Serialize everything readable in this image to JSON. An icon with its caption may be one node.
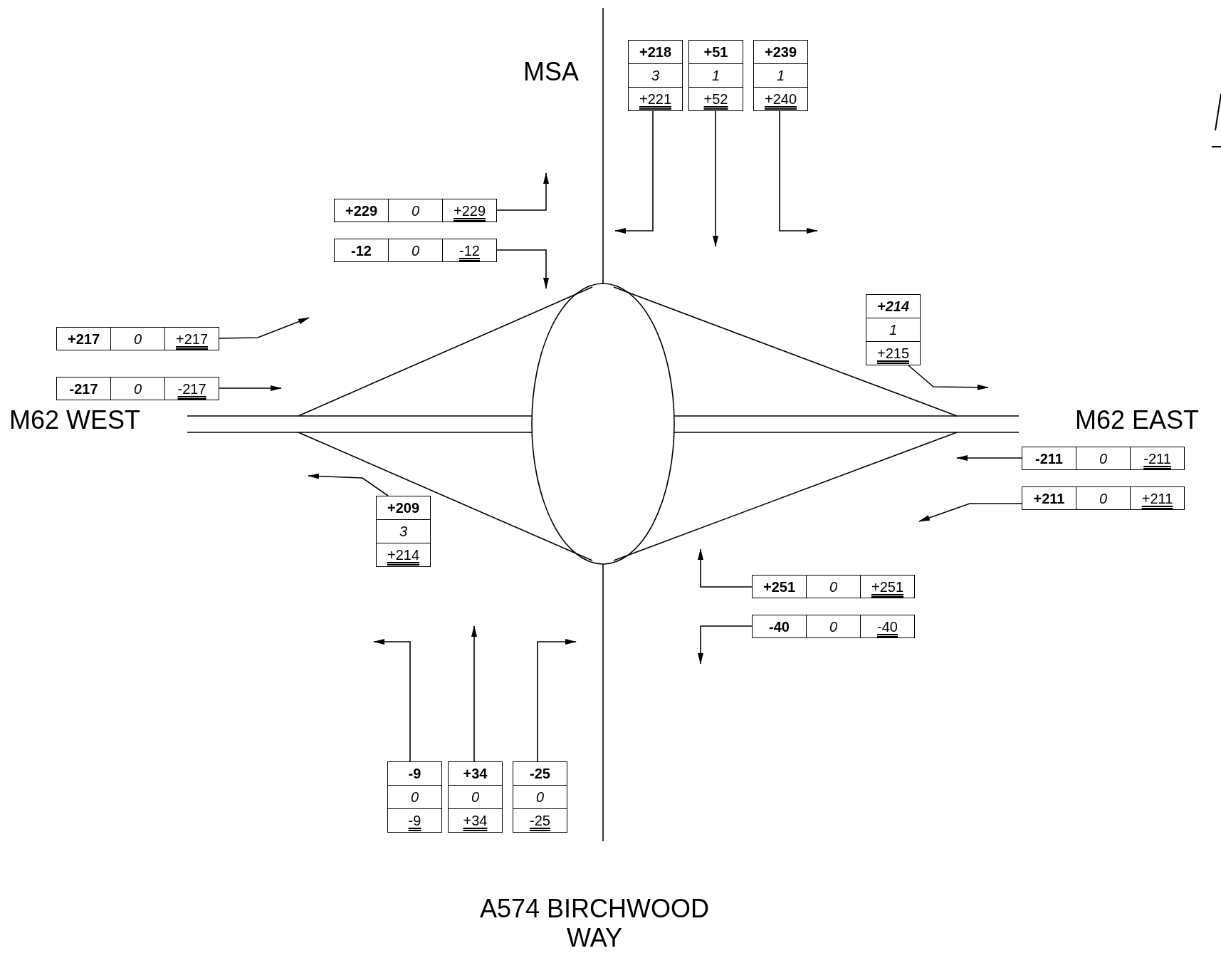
{
  "diagram": {
    "nodes": [
      {
        "text": [
          "+218",
          "3",
          "+221"
        ]
      },
      {
        "text": [
          "+51",
          "1",
          "+52"
        ]
      },
      {
        "text": [
          "+239",
          "1",
          "+240"
        ]
      },
      {
        "text": [
          "+229",
          "0",
          "+229"
        ]
      },
      {
        "text": [
          "-12",
          "0",
          "-12"
        ]
      },
      {
        "text": [
          "+217",
          "0",
          "+217"
        ]
      },
      {
        "text": [
          "-217",
          "0",
          "-217"
        ]
      },
      {
        "text": [
          "*+214*",
          "1",
          "+215"
        ]
      },
      {
        "text": [
          "-211",
          "0",
          "-211"
        ]
      },
      {
        "text": [
          "+211",
          "0",
          "+211"
        ]
      },
      {
        "text": [
          "+209",
          "3",
          "+214"
        ]
      },
      {
        "text": [
          "+251",
          "0",
          "+251"
        ]
      },
      {
        "text": [
          "-40",
          "0",
          "-40"
        ]
      },
      {
        "text": [
          "-9",
          "0",
          "-9"
        ]
      },
      {
        "text": [
          "+34",
          "0",
          "+34"
        ]
      },
      {
        "text": [
          "-25",
          "0",
          "-25"
        ]
      }
    ],
    "edges": [
      {
        "from": 0,
        "to": null,
        "arrow": "to"
      },
      {
        "from": 1,
        "to": null,
        "arrow": "to"
      },
      {
        "from": 2,
        "to": null,
        "arrow": "to"
      },
      {
        "from": 3,
        "to": null,
        "arrow": "to"
      },
      {
        "from": 4,
        "to": null,
        "arrow": "to"
      },
      {
        "from": 5,
        "to": null,
        "arrow": "to"
      },
      {
        "from": 6,
        "to": null,
        "arrow": "to"
      },
      {
        "from": 7,
        "to": null,
        "arrow": "to"
      },
      {
        "from": 8,
        "to": null,
        "arrow": "to"
      },
      {
        "from": 9,
        "to": null,
        "arrow": "to"
      },
      {
        "from": 10,
        "to": null,
        "arrow": "to"
      },
      {
        "from": 11,
        "to": null,
        "arrow": "to"
      },
      {
        "from": 12,
        "to": null,
        "arrow": "to"
      },
      {
        "from": 13,
        "to": null,
        "arrow": "to"
      },
      {
        "from": 14,
        "to": null,
        "arrow": "to"
      },
      {
        "from": 15,
        "to": null,
        "arrow": "to"
      }
    ],
    "labels": [
      "MSA",
      "M62 WEST",
      "M62 EAST",
      "A574 BIRCHWOOD WAY"
    ]
  }
}
